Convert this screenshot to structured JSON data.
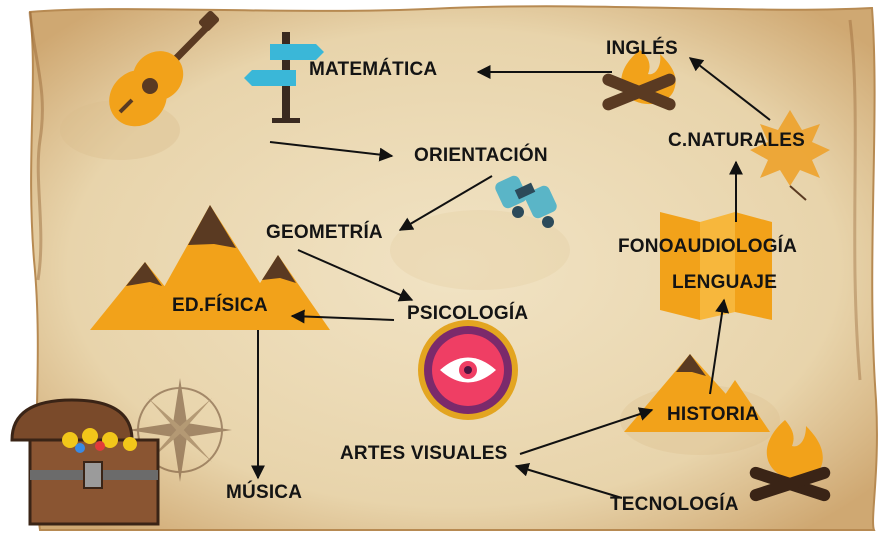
{
  "nodes": {
    "matematica": "MATEMÁTICA",
    "ingles": "INGLÉS",
    "orientacion": "ORIENTACIÓN",
    "c_naturales": "C.NATURALES",
    "geometria": "GEOMETRÍA",
    "fonoaudiologia": "FONOAUDIOLOGÍA",
    "lenguaje": "LENGUAJE",
    "ed_fisica": "ED.FÍSICA",
    "psicologia": "PSICOLOGÍA",
    "historia": "HISTORIA",
    "artes_visuales": "ARTES VISUALES",
    "musica": "MÚSICA",
    "tecnologia": "TECNOLOGÍA"
  },
  "edges": [
    {
      "from": "ingles",
      "to": "matematica"
    },
    {
      "from": "guitar-signpost",
      "to": "orientacion"
    },
    {
      "from": "orientacion",
      "to": "geometria"
    },
    {
      "from": "geometria",
      "to": "psicologia"
    },
    {
      "from": "psicologia",
      "to": "ed_fisica"
    },
    {
      "from": "ed_fisica",
      "to": "musica"
    },
    {
      "from": "c_naturales",
      "to": "ingles"
    },
    {
      "from": "fonoaudiologia",
      "to": "c_naturales"
    },
    {
      "from": "historia",
      "to": "lenguaje"
    },
    {
      "from": "artes_visuales",
      "to": "historia"
    },
    {
      "from": "tecnologia",
      "to": "artes_visuales"
    }
  ],
  "colors": {
    "parchment": "#ecdcb8",
    "parchment_edge": "#c9a46c",
    "accent_orange": "#f2a21a",
    "dark_brown": "#5a3a22",
    "arrow": "#111111"
  },
  "icons": [
    "guitar-icon",
    "signpost-icon",
    "campfire-icon",
    "leaf-icon",
    "binoculars-icon",
    "mountains-icon",
    "map-icon",
    "eye-mandala-icon",
    "compass-rose-icon",
    "treasure-chest-icon"
  ]
}
